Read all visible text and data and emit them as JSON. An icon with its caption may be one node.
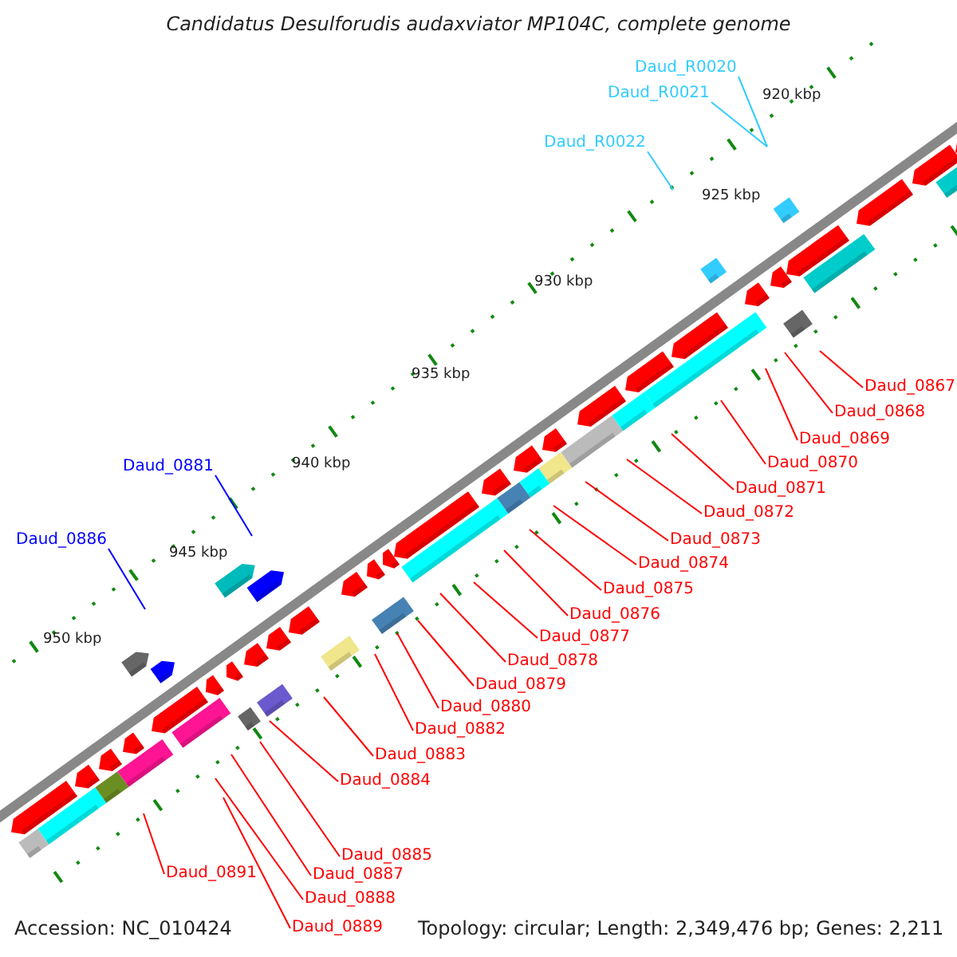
{
  "diagram": {
    "title": "Candidatus Desulforudis audaxviator MP104C, complete genome",
    "nodes": [
      {
        "text": [
          "Daud_R0020"
        ]
      },
      {
        "text": [
          "Daud_R0021"
        ]
      },
      {
        "text": [
          "Daud_R0022"
        ]
      },
      {
        "text": [
          "Daud_0867"
        ]
      },
      {
        "text": [
          "Daud_0868"
        ]
      },
      {
        "text": [
          "Daud_0869"
        ]
      },
      {
        "text": [
          "Daud_0870"
        ]
      },
      {
        "text": [
          "Daud_0881"
        ]
      },
      {
        "text": [
          "Daud_0871"
        ]
      },
      {
        "text": [
          "Daud_0872"
        ]
      },
      {
        "text": [
          "Daud_0873"
        ]
      },
      {
        "text": [
          "Daud_0886"
        ]
      },
      {
        "text": [
          "Daud_0874"
        ]
      },
      {
        "text": [
          "Daud_0875"
        ]
      },
      {
        "text": [
          "Daud_0876"
        ]
      },
      {
        "text": [
          "Daud_0877"
        ]
      },
      {
        "text": [
          "Daud_0878"
        ]
      },
      {
        "text": [
          "Daud_0879"
        ]
      },
      {
        "text": [
          "Daud_0880"
        ]
      },
      {
        "text": [
          "Daud_0882"
        ]
      },
      {
        "text": [
          "Daud_0883"
        ]
      },
      {
        "text": [
          "Daud_0884"
        ]
      },
      {
        "text": [
          "Daud_0885"
        ]
      },
      {
        "text": [
          "Daud_0891"
        ]
      },
      {
        "text": [
          "Daud_0887"
        ]
      },
      {
        "text": [
          "Daud_0888"
        ]
      },
      {
        "text": [
          "Daud_0889"
        ]
      }
    ],
    "edges": [
      {
        "from": 0,
        "to": null,
        "arrow": "none",
        "color": "#33ccff"
      },
      {
        "from": 1,
        "to": null,
        "arrow": "none",
        "color": "#33ccff"
      },
      {
        "from": 2,
        "to": null,
        "arrow": "none",
        "color": "#33ccff"
      },
      {
        "from": 3,
        "to": null,
        "arrow": "none"
      },
      {
        "from": 4,
        "to": null,
        "arrow": "none"
      },
      {
        "from": 5,
        "to": null,
        "arrow": "none"
      },
      {
        "from": 6,
        "to": null,
        "arrow": "none"
      },
      {
        "from": 7,
        "to": null,
        "arrow": "none",
        "color": "#0000ff"
      },
      {
        "from": 8,
        "to": null,
        "arrow": "none"
      },
      {
        "from": 9,
        "to": null,
        "arrow": "none"
      },
      {
        "from": 10,
        "to": null,
        "arrow": "none"
      },
      {
        "from": 11,
        "to": null,
        "arrow": "none",
        "color": "#0000ff"
      },
      {
        "from": 12,
        "to": null,
        "arrow": "none"
      },
      {
        "from": 13,
        "to": null,
        "arrow": "none"
      },
      {
        "from": 14,
        "to": null,
        "arrow": "none"
      },
      {
        "from": 15,
        "to": null,
        "arrow": "none"
      },
      {
        "from": 16,
        "to": null,
        "arrow": "none"
      },
      {
        "from": 17,
        "to": null,
        "arrow": "none"
      },
      {
        "from": 18,
        "to": null,
        "arrow": "none"
      },
      {
        "from": 19,
        "to": null,
        "arrow": "none"
      },
      {
        "from": 20,
        "to": null,
        "arrow": "none"
      },
      {
        "from": 21,
        "to": null,
        "arrow": "none"
      },
      {
        "from": 22,
        "to": null,
        "arrow": "none"
      },
      {
        "from": 23,
        "to": null,
        "arrow": "none"
      },
      {
        "from": 24,
        "to": null,
        "arrow": "none"
      },
      {
        "from": 25,
        "to": null,
        "arrow": "none"
      },
      {
        "from": 26,
        "to": null,
        "arrow": "none"
      }
    ],
    "labels": [
      "920 kbp",
      "925 kbp",
      "930 kbp",
      "935 kbp",
      "940 kbp",
      "945 kbp",
      "950 kbp",
      "Accession: NC_010424",
      "Topology: circular; Length: 2,349,476 bp; Genes: 2,211"
    ]
  }
}
